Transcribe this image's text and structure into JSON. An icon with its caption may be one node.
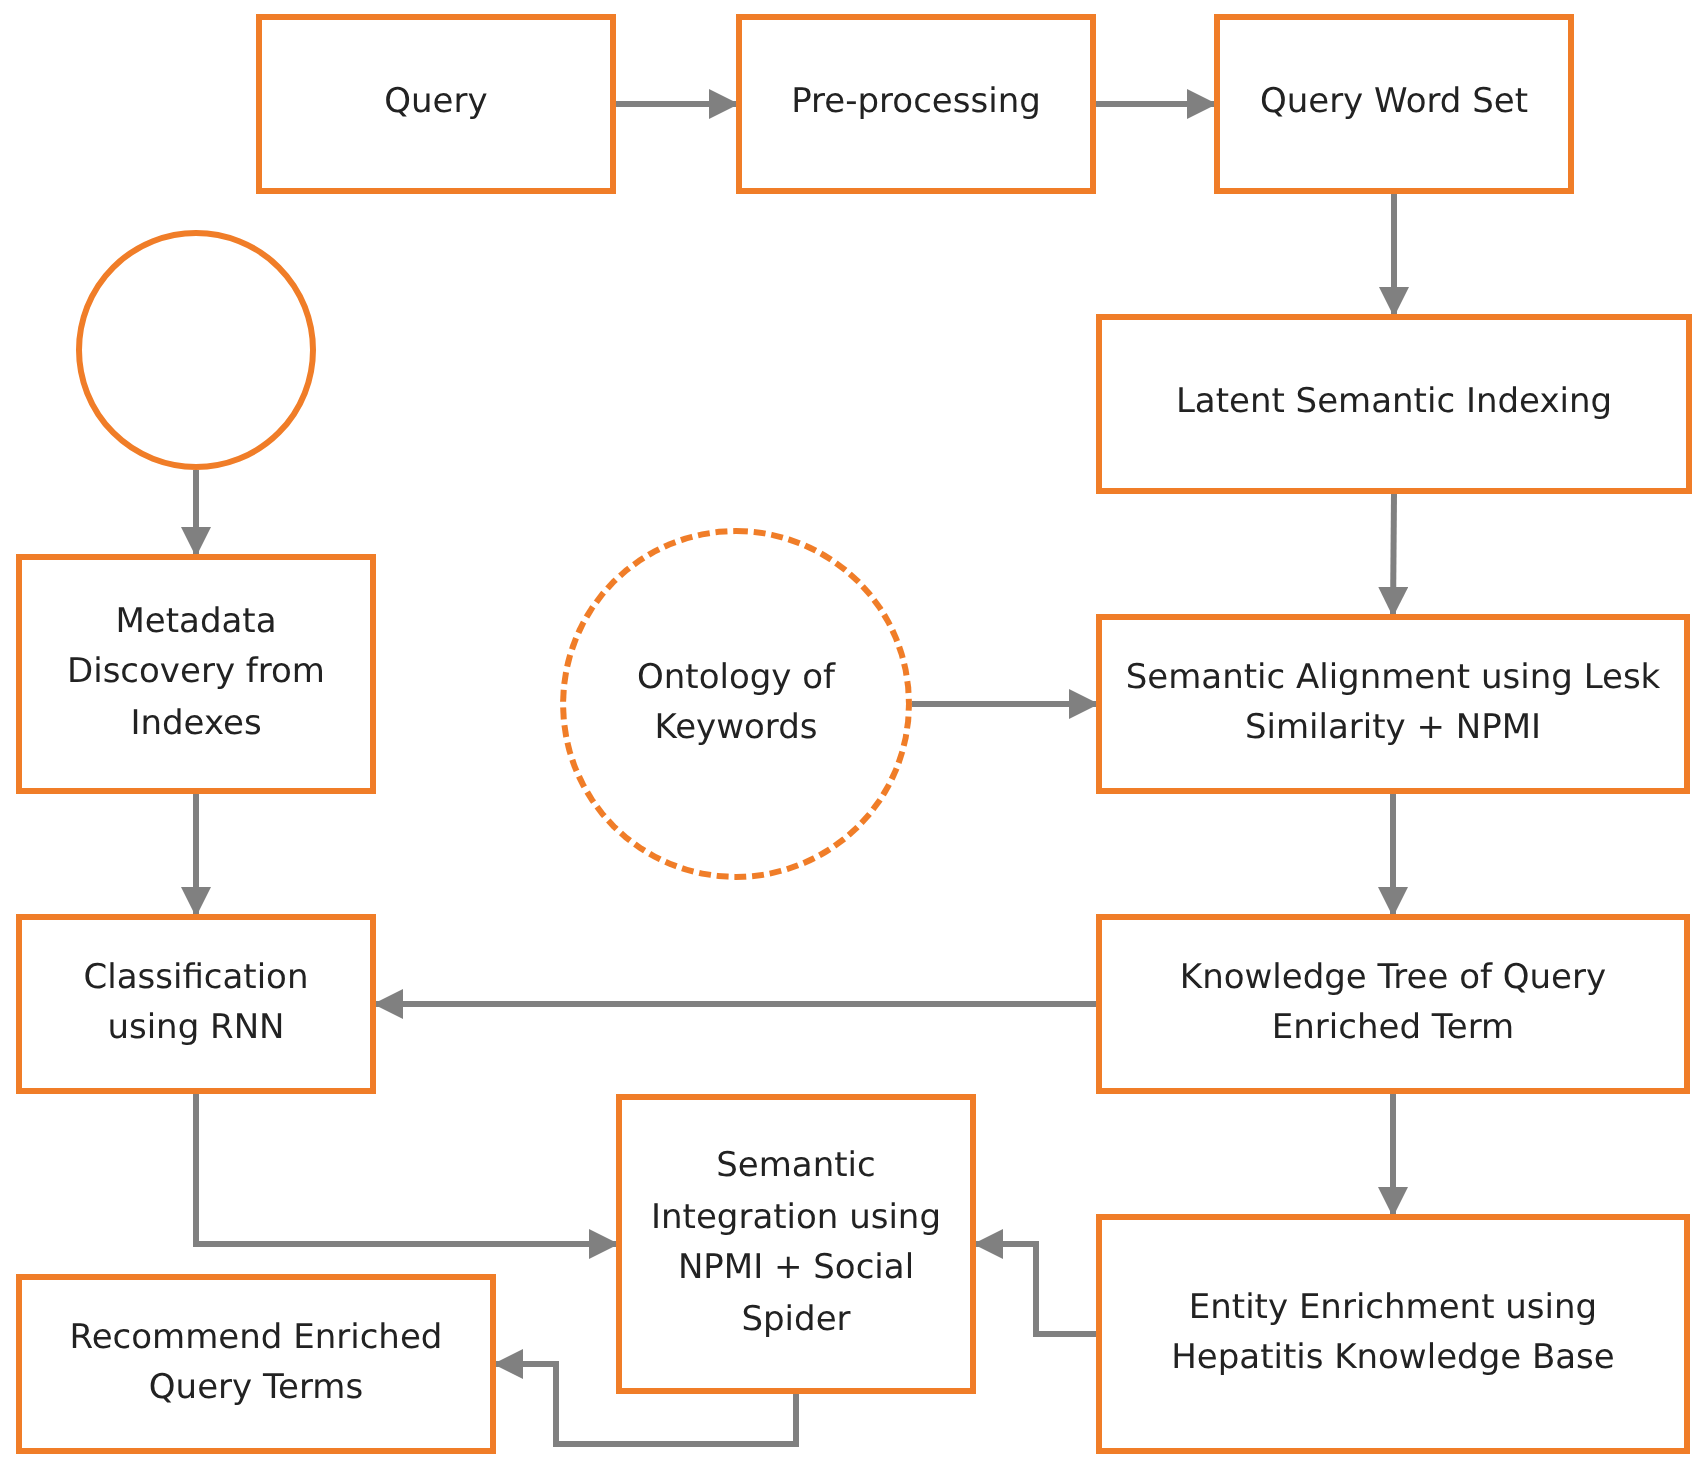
{
  "diagram": {
    "nodes": [
      {
        "text": [
          "Query"
        ]
      },
      {
        "text": [
          "Pre-processing"
        ]
      },
      {
        "text": [
          "Query Word Set"
        ]
      },
      {
        "text": [],
        "shape": "circle"
      },
      {
        "text": [
          "Latent Semantic Indexing"
        ]
      },
      {
        "text": [
          "Metadata Discovery from Indexes"
        ]
      },
      {
        "text": [
          "Ontology of Keywords"
        ]
      },
      {
        "text": [
          "Semantic Alignment using Lesk Similarity + NPMI"
        ]
      },
      {
        "text": [
          "Classification using RNN"
        ]
      },
      {
        "text": [
          "Knowledge Tree of Query Enriched Term"
        ]
      },
      {
        "text": [
          "Semantic Integration using NPMI + Social Spider"
        ]
      },
      {
        "text": [
          "Entity Enrichment using Hepatitis Knowledge Base"
        ]
      },
      {
        "text": [
          "Recommend Enriched Query Terms"
        ]
      }
    ],
    "edges": [
      {
        "from": 0,
        "to": 1,
        "arrow": "to"
      },
      {
        "from": 1,
        "to": 2,
        "arrow": "to"
      },
      {
        "from": 2,
        "to": 4,
        "arrow": "to"
      },
      {
        "from": 3,
        "to": 5,
        "arrow": "to"
      },
      {
        "from": 4,
        "to": 7,
        "arrow": "to"
      },
      {
        "from": 6,
        "to": 7,
        "arrow": "to"
      },
      {
        "from": 7,
        "to": 9,
        "arrow": "to"
      },
      {
        "from": 5,
        "to": 8,
        "arrow": "to"
      },
      {
        "from": 9,
        "to": 8,
        "arrow": "to"
      },
      {
        "from": 9,
        "to": 11,
        "arrow": "to"
      },
      {
        "from": 8,
        "to": 10,
        "arrow": "to"
      },
      {
        "from": 11,
        "to": 10,
        "arrow": "to"
      },
      {
        "from": 10,
        "to": 12,
        "arrow": "to"
      }
    ]
  }
}
